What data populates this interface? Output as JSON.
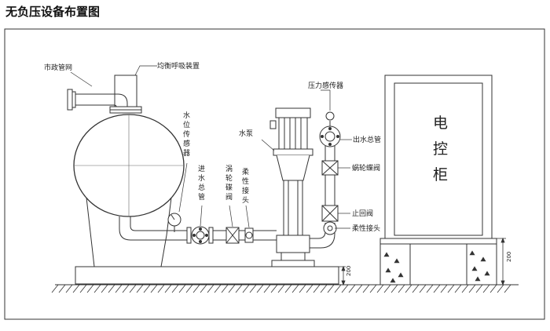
{
  "title": "无负压设备布置图",
  "labels": {
    "municipal_pipe": "市政管网",
    "balance_breather": "均衡呼吸装置",
    "water_level_sensor": "水位传感器",
    "inlet_main": "进水总管",
    "worm_butterfly_valve": "涡轮碟阀",
    "flexible_joint": "柔性接头",
    "pump": "水泵",
    "pressure_sensor": "压力感传器",
    "outlet_main": "出水总管",
    "worm_butterfly_valve_right": "蜗轮蝶阀",
    "check_valve": "止回阀",
    "flexible_joint_right": "柔性接头",
    "control_cabinet": "电控柜"
  },
  "dimensions": {
    "base_height": "200",
    "cabinet_base_height": "200"
  }
}
